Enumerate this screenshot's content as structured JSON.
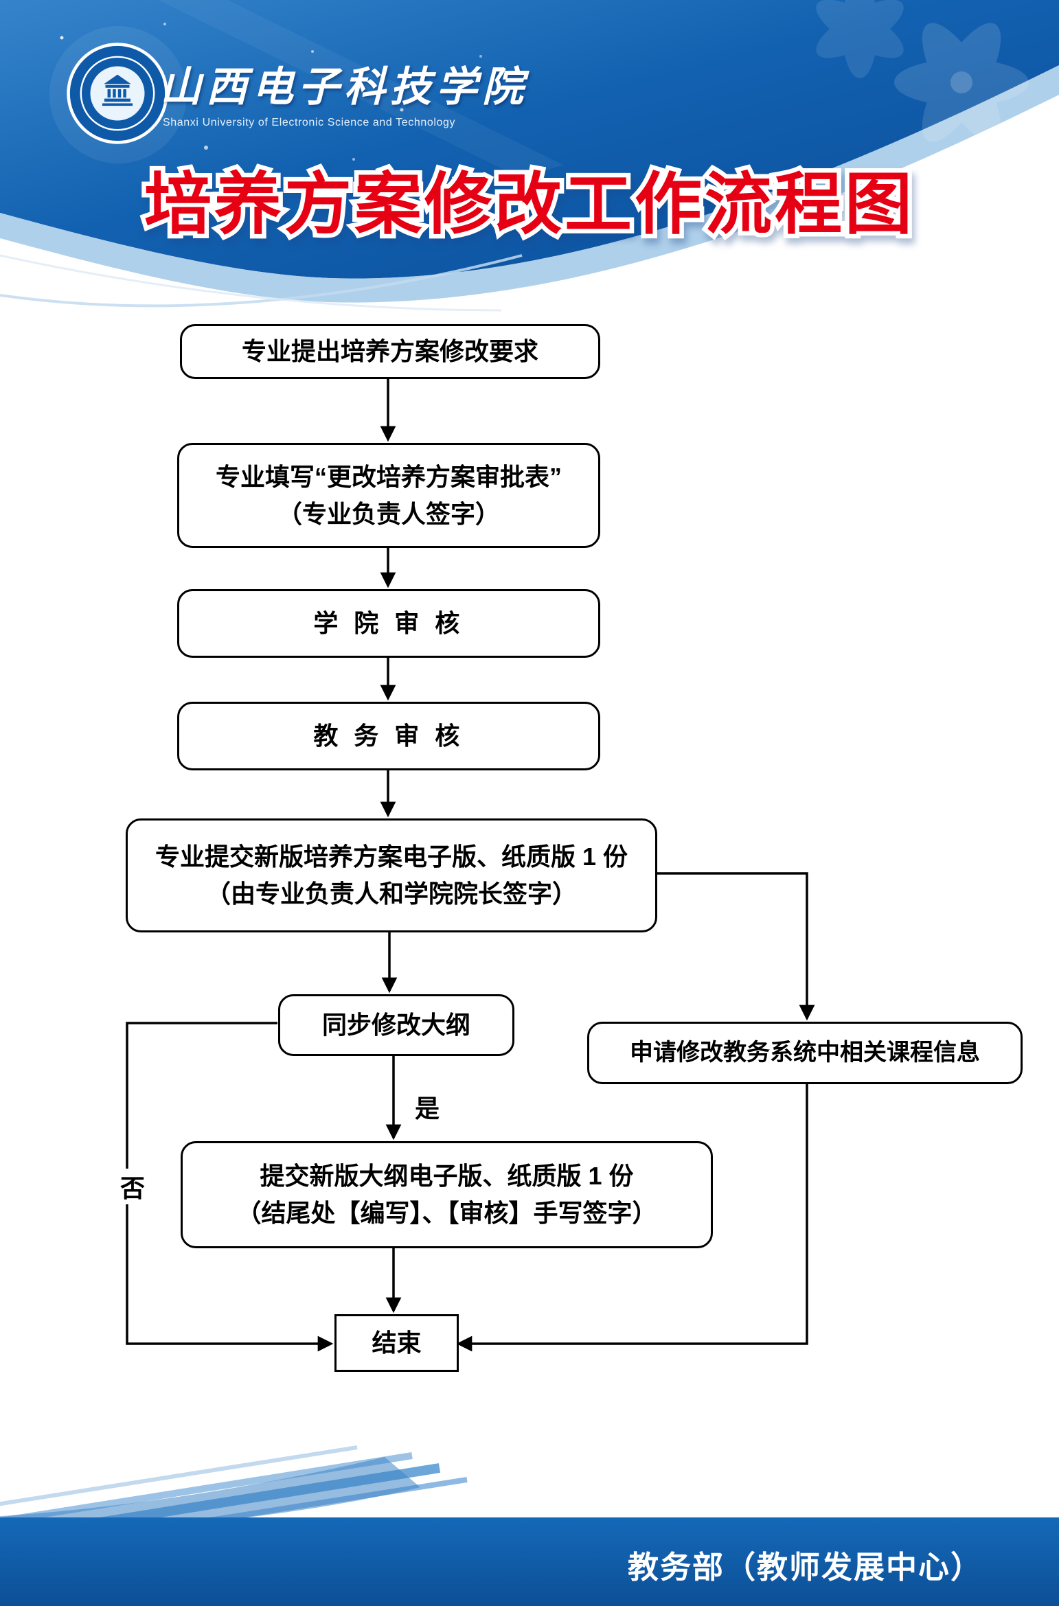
{
  "header": {
    "university_zh": "山西电子科技学院",
    "university_en": "Shanxi University of Electronic Science and Technology",
    "title": "培养方案修改工作流程图"
  },
  "flow": {
    "n1": {
      "l1": "专业提出培养方案修改要求"
    },
    "n2": {
      "l1": "专业填写“更改培养方案审批表”",
      "l2": "（专业负责人签字）"
    },
    "n3": {
      "l1": "学 院 审 核"
    },
    "n4": {
      "l1": "教 务 审 核"
    },
    "n5": {
      "l1": "专业提交新版培养方案电子版、纸质版 1 份",
      "l2": "（由专业负责人和学院院长签字）"
    },
    "n6": {
      "l1": "同步修改大纲"
    },
    "n7": {
      "l1": "申请修改教务系统中相关课程信息"
    },
    "n8": {
      "l1": "提交新版大纲电子版、纸质版 1 份",
      "l2": "（结尾处【编写】、【审核】手写签字）"
    },
    "n9": {
      "l1": "结束"
    },
    "yes_label": "是",
    "no_label": "否"
  },
  "footer": {
    "text": "教务部（教师发展中心）"
  },
  "colors": {
    "header_blue": "#1261b0",
    "band_blue": "#a6cbe9",
    "title_red": "#e60014",
    "footer_blue": "#1366b4",
    "line_black": "#000000"
  }
}
